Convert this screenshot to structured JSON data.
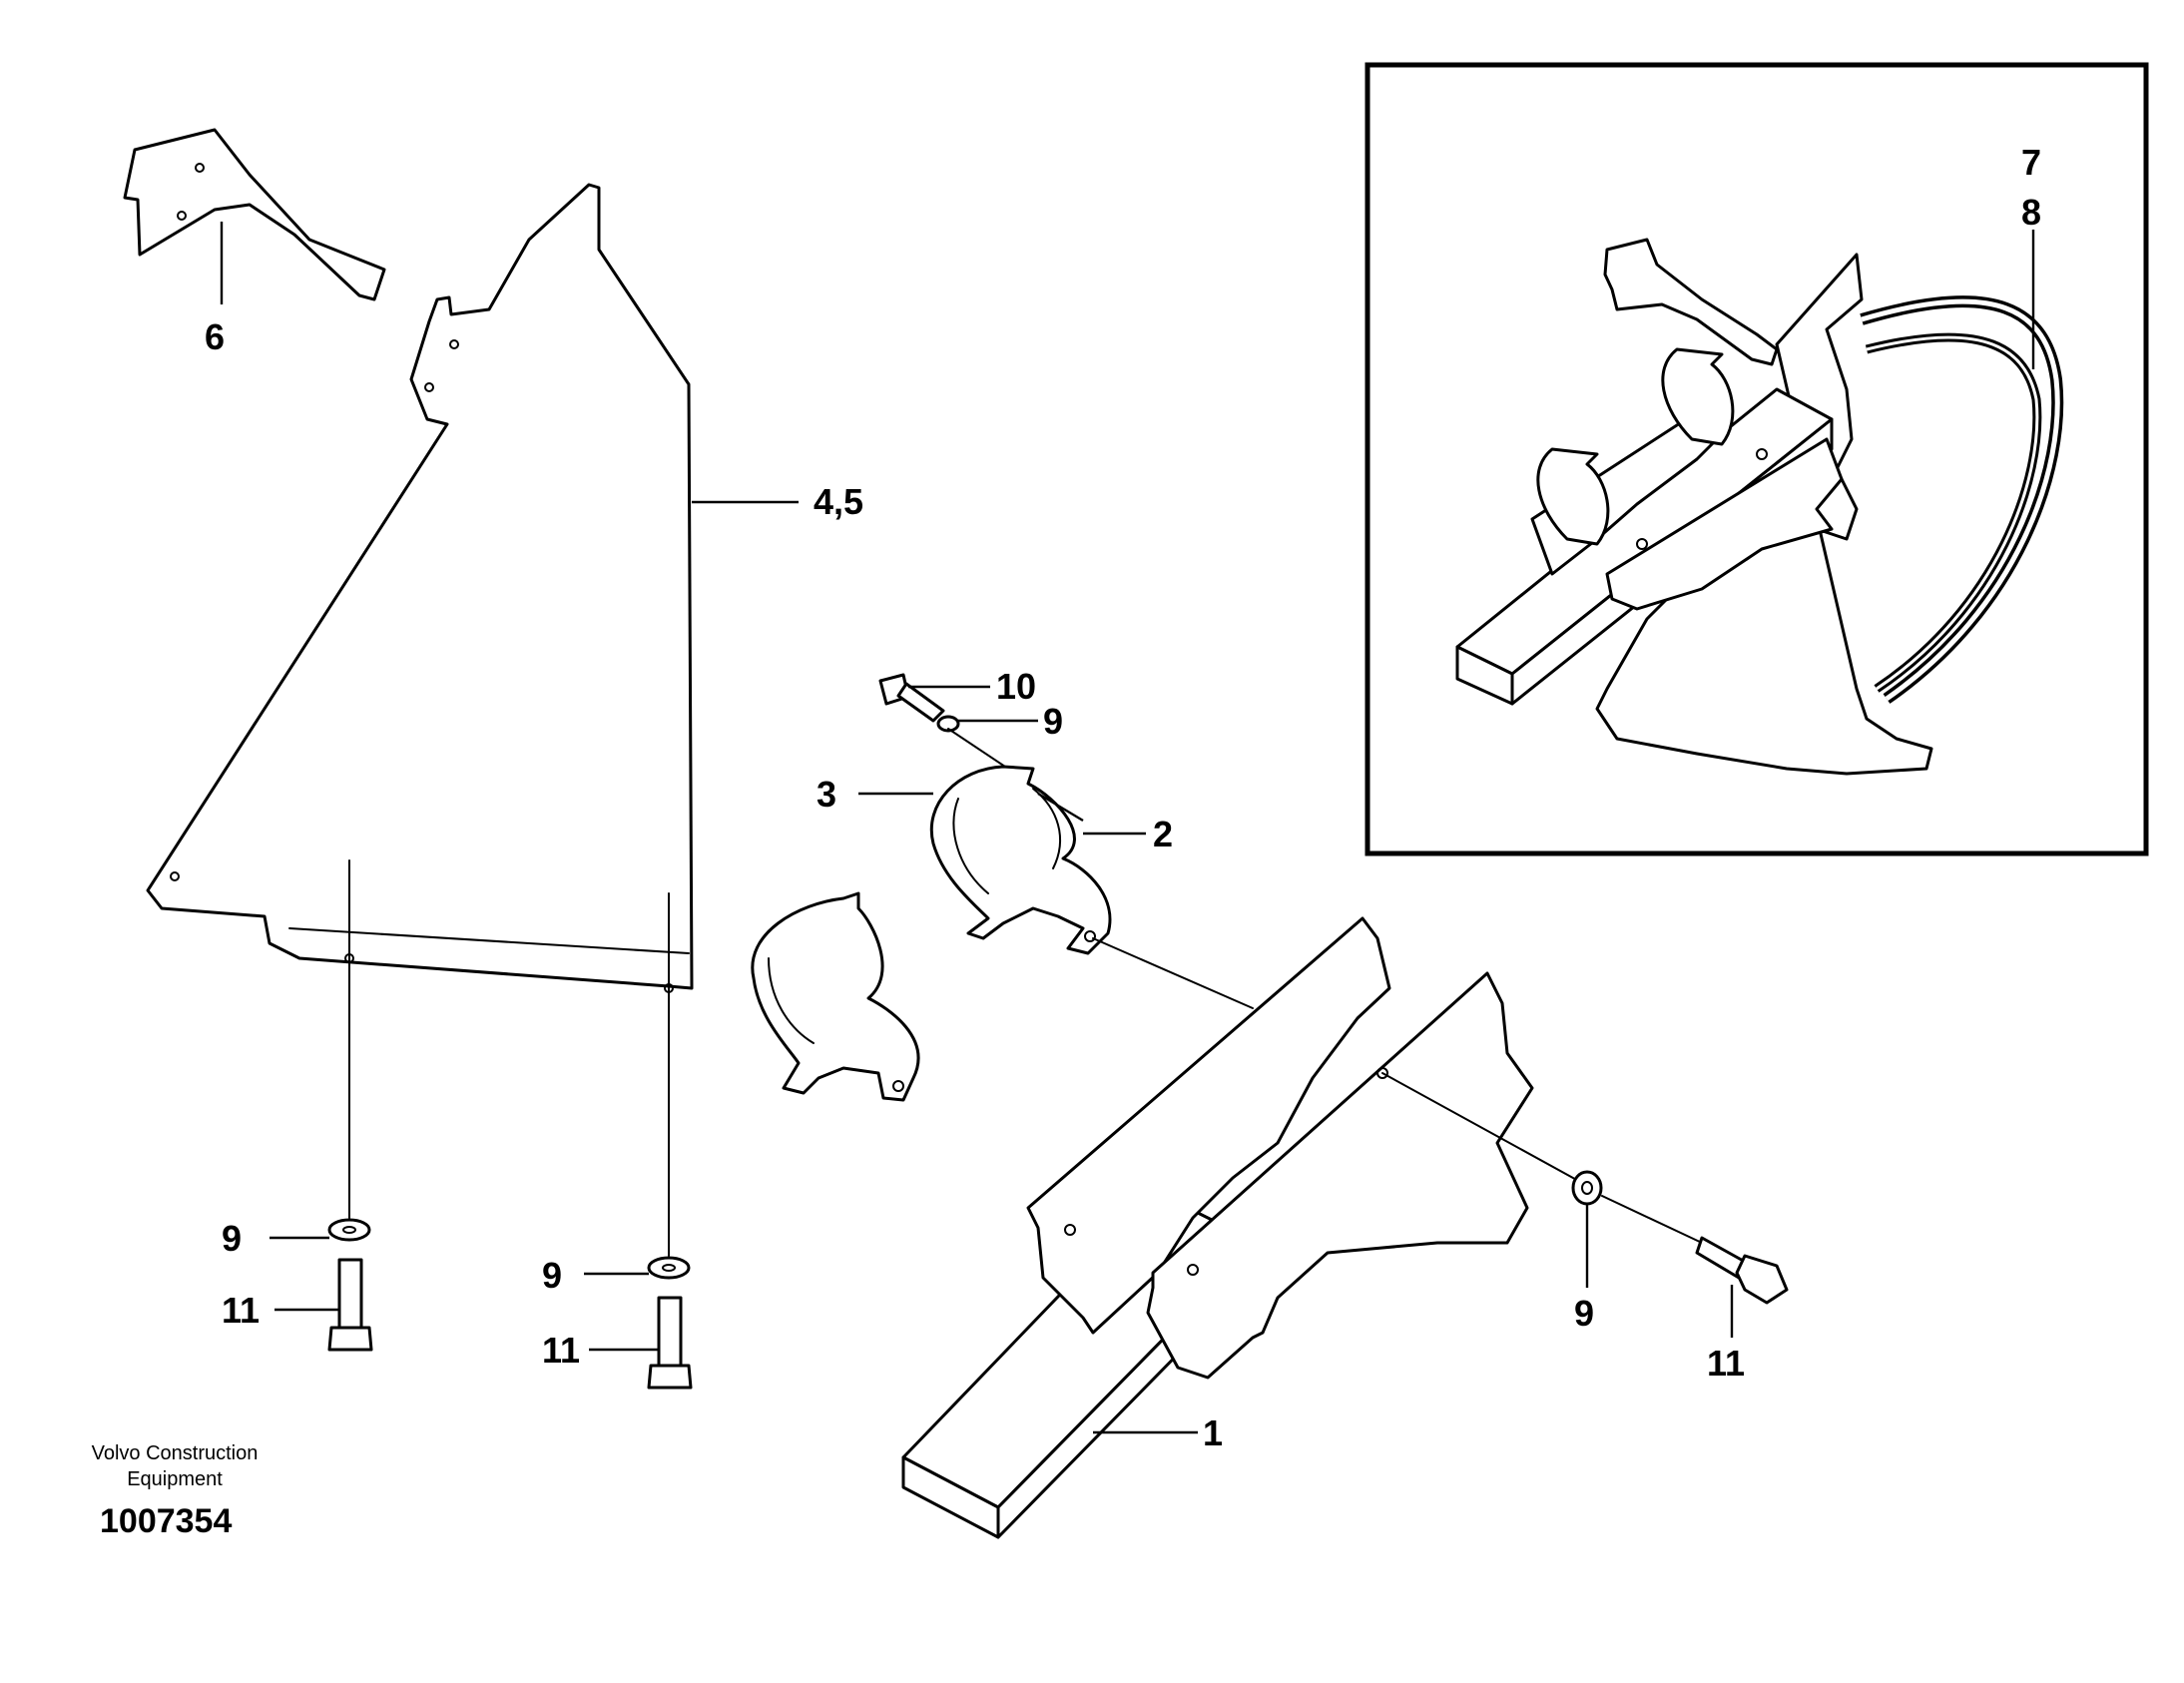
{
  "callouts": {
    "c1": "1",
    "c2": "2",
    "c3": "3",
    "c45": "4,5",
    "c6": "6",
    "c7": "7",
    "c8": "8",
    "c9a": "9",
    "c9b": "9",
    "c9c": "9",
    "c9d": "9",
    "c10": "10",
    "c11a": "11",
    "c11b": "11",
    "c11c": "11"
  },
  "footer": {
    "brand_line1": "Volvo Construction",
    "brand_line2": "Equipment",
    "drawing_number": "1007354"
  }
}
